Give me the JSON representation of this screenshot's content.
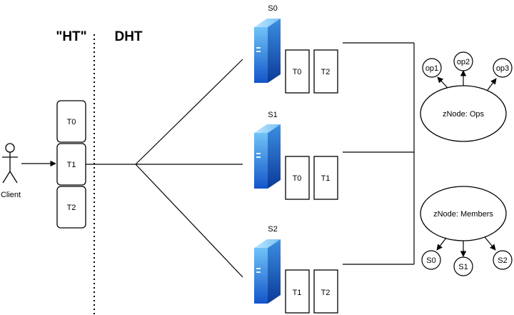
{
  "headers": {
    "ht": "\"HT\"",
    "dht": "DHT"
  },
  "client": {
    "label": "Client"
  },
  "ht_tables": [
    "T0",
    "T1",
    "T2"
  ],
  "servers": [
    {
      "name": "S0",
      "tables": [
        "T0",
        "T2"
      ]
    },
    {
      "name": "S1",
      "tables": [
        "T0",
        "T1"
      ]
    },
    {
      "name": "S2",
      "tables": [
        "T1",
        "T2"
      ]
    }
  ],
  "znodes": {
    "ops": {
      "label": "zNode: Ops",
      "children": [
        "op1",
        "op2",
        "op3"
      ]
    },
    "members": {
      "label": "zNode: Members",
      "children": [
        "S0",
        "S1",
        "S2"
      ]
    }
  }
}
